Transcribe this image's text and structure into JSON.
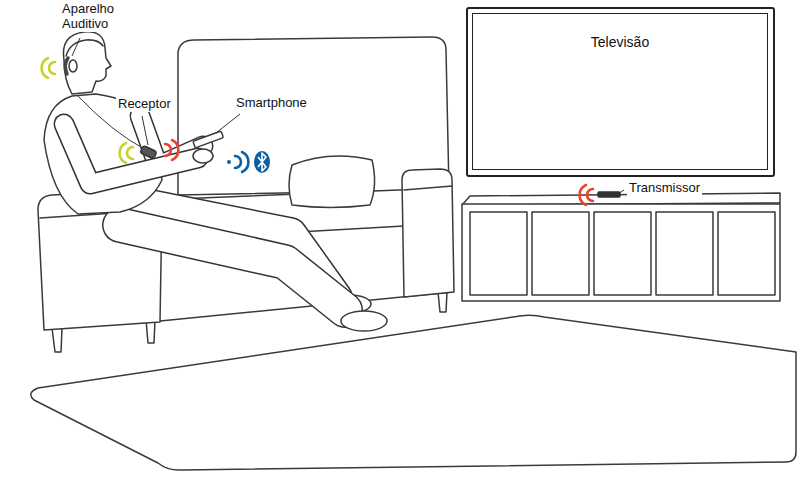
{
  "diagram": {
    "nodes": [
      {
        "text": [
          "Televisão"
        ]
      }
    ],
    "labels": [
      "Aparelho Auditivo",
      "Receptor",
      "Smartphone",
      "Transmissor"
    ]
  }
}
